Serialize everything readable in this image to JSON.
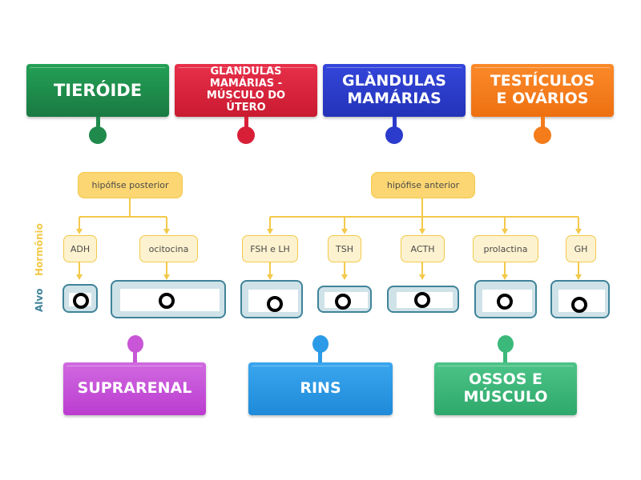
{
  "top_tiles": [
    {
      "label": "TIERÓIDE",
      "color": "#1f8a4c"
    },
    {
      "label": "GLANDULAS MAMÁRIAS - MÚSCULO DO ÚTERO",
      "color": "#d81f38"
    },
    {
      "label": "GLÀNDULAS MAMÁRIAS",
      "color": "#2b3bcc"
    },
    {
      "label": "TESTÍCULOS E OVÁRIOS",
      "color": "#f57c1a"
    }
  ],
  "bottom_tiles": [
    {
      "label": "SUPRARENAL",
      "color": "#c856d6"
    },
    {
      "label": "RINS",
      "color": "#2b9be8"
    },
    {
      "label": "OSSOS E MÚSCULO",
      "color": "#3cb97a"
    }
  ],
  "diagram": {
    "side_labels": {
      "hormone": "Hormônio",
      "target": "Alvo"
    },
    "glands": [
      {
        "label": "hipófise posterior"
      },
      {
        "label": "hipófise anterior"
      }
    ],
    "hormones": [
      {
        "label": "ADH"
      },
      {
        "label": "ocitocina"
      },
      {
        "label": "FSH e LH"
      },
      {
        "label": "TSH"
      },
      {
        "label": "ACTH"
      },
      {
        "label": "prolactina"
      },
      {
        "label": "GH"
      }
    ]
  },
  "colors": {
    "gland_fill": "#fbd672",
    "hormone_fill": "#fdf2cf",
    "connector": "#f3c94a",
    "target_fill": "#cfe2e8",
    "target_border": "#3f8399",
    "hormone_label": "#f3c94a",
    "target_label": "#3f8399"
  }
}
